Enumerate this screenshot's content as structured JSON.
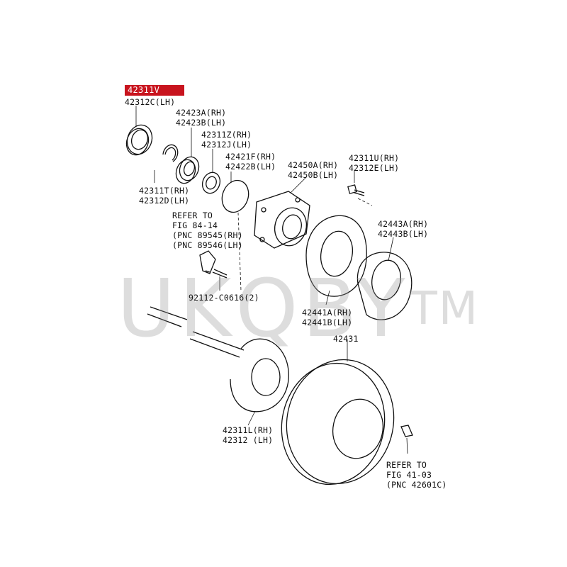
{
  "highlight_part": "42311V",
  "labels": {
    "p42312c": "42312C(LH)",
    "p42423a": "42423A(RH)",
    "p42423b": "42423B(LH)",
    "p42311z": "42311Z(RH)",
    "p42312j": "42312J(LH)",
    "p42421f": "42421F(RH)",
    "p42422b": "42422B(LH)",
    "p42450a": "42450A(RH)",
    "p42450b": "42450B(LH)",
    "p42311u": "42311U(RH)",
    "p42312e": "42312E(LH)",
    "p42311t": "42311T(RH)",
    "p42312d": "42312D(LH)",
    "refer_84_1": "REFER TO",
    "refer_84_2": "FIG 84-14",
    "refer_84_3": "(PNC 89545(RH)",
    "refer_84_4": "(PNC 89546(LH)",
    "p42443a": "42443A(RH)",
    "p42443b": "42443B(LH)",
    "p92112": "92112-C0616(2)",
    "p42441a": "42441A(RH)",
    "p42441b": "42441B(LH)",
    "p42431": "42431",
    "p42311l": "42311L(RH)",
    "p42312": "42312 (LH)",
    "refer_41_1": "REFER TO",
    "refer_41_2": "FIG 41-03",
    "refer_41_3": "(PNC 42601C)"
  },
  "watermark": {
    "text": "UKQBY",
    "tm": "TM"
  },
  "colors": {
    "highlight": "#c8141e",
    "line": "#111111",
    "watermark": "#969696"
  }
}
